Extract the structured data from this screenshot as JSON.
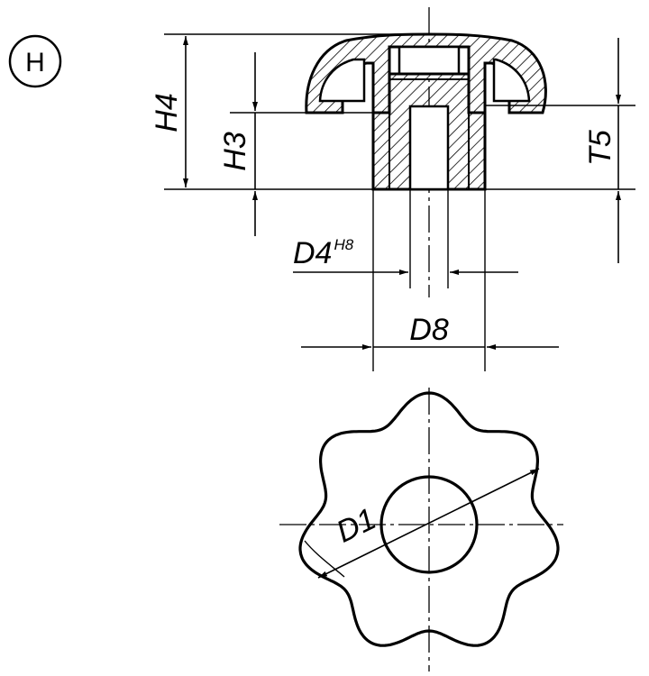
{
  "variant": {
    "letter": "H"
  },
  "labels": {
    "h4": "H4",
    "h3": "H3",
    "t5": "T5",
    "d4": "D4",
    "d4_tolerance": "H8",
    "d8": "D8",
    "d1": "D1"
  },
  "colors": {
    "ink": "#000000",
    "paper": "#ffffff"
  },
  "lobes": 7
}
